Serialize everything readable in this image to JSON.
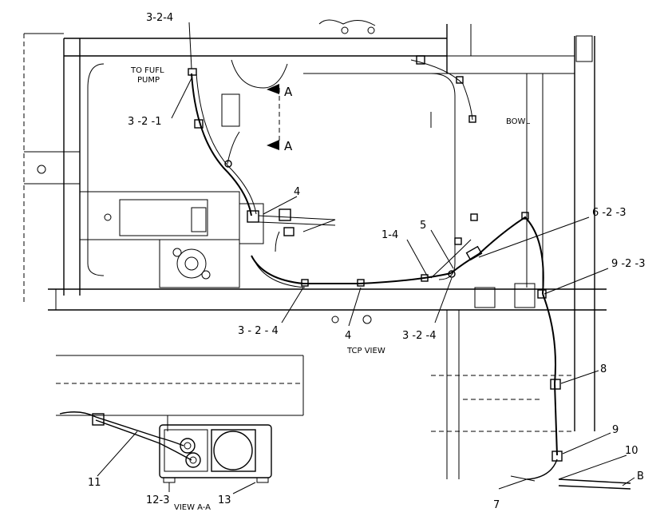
{
  "callouts": {
    "c_324_top": "3-2-4",
    "c_321": "3 -2 -1",
    "c_4_top": "4",
    "c_5": "5",
    "c_14": "1-4",
    "c_623": "6 -2 -3",
    "c_923": "9 -2 -3",
    "c_324_bl": "3 - 2 - 4",
    "c_4_bottom": "4",
    "c_324_br": "3 -2 -4",
    "c_8": "8",
    "c_9": "9",
    "c_10": "10",
    "c_b": "B",
    "c_7": "7",
    "c_11": "11",
    "c_123": "12-3",
    "c_13": "13"
  },
  "notes": {
    "to_fuel_1": "TO FUFL",
    "to_fuel_2": "PUMP",
    "bowl": "BOWL",
    "top_view": "TCP VIEW",
    "view_aa": "VIEW A-A",
    "section_a1": "A",
    "section_a2": "A"
  }
}
